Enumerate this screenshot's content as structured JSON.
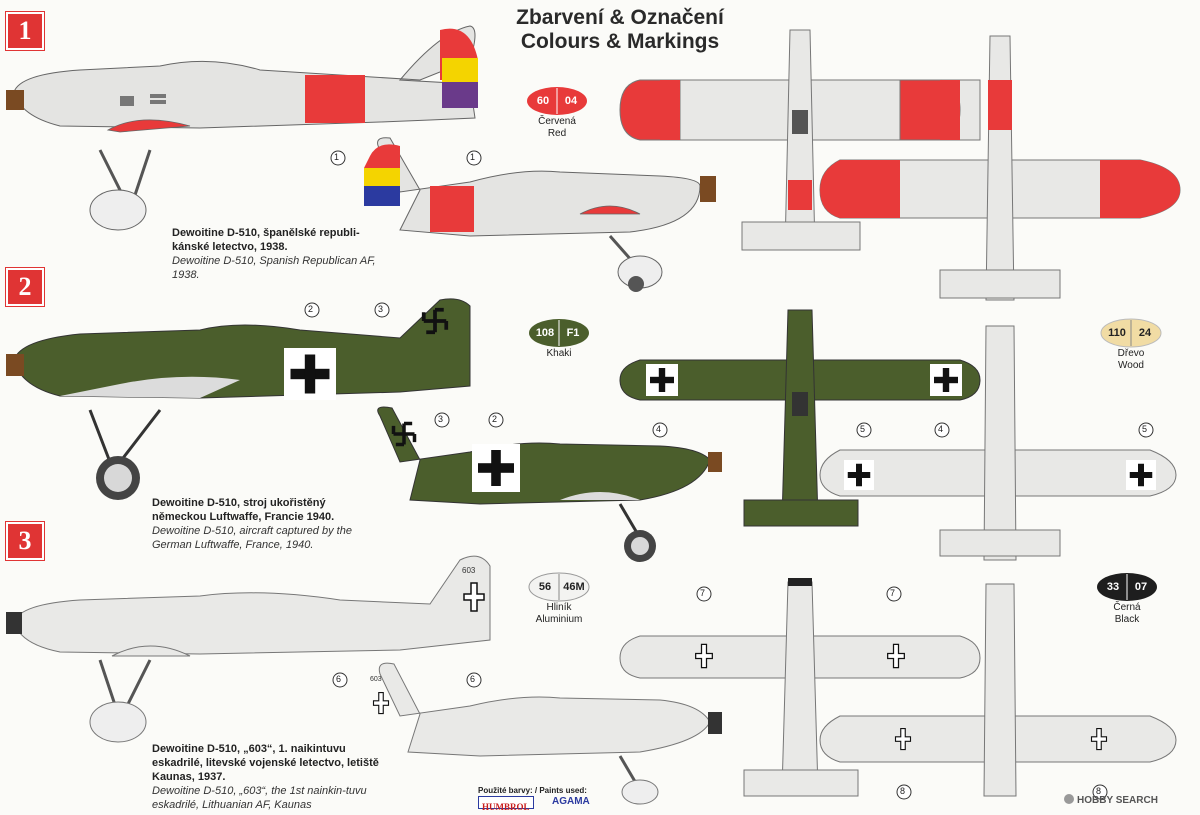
{
  "title": {
    "line1": "Zbarvení & Označení",
    "line2": "Colours & Markings"
  },
  "schemes": [
    {
      "number": "1",
      "cz": "Dewoitine D-510, španělské republi-kánské letectvo, 1938.",
      "en": "Dewoitine D-510, Spanish Republican AF, 1938."
    },
    {
      "number": "2",
      "cz": "Dewoitine D-510, stroj ukořistěný německou Luftwaffe, Francie 1940.",
      "en": "Dewoitine D-510, aircraft captured by the German Luftwaffe, France, 1940."
    },
    {
      "number": "3",
      "cz": "Dewoitine D-510, „603“, 1. naikintuvu eskadrilé, litevské vojenské letectvo, letiště Kaunas, 1937.",
      "en": "Dewoitine D-510, „603“, the 1st nainkin-tuvu eskadrilé, Lithuanian AF, Kaunas"
    }
  ],
  "swatches": [
    {
      "left": "60",
      "right": "04",
      "cz": "Červená",
      "en": "Red",
      "color": "#e83a3a",
      "textColor": "#ffffff"
    },
    {
      "left": "108",
      "right": "F1",
      "cz": "Khaki",
      "en": "",
      "color": "#4b5e2c",
      "textColor": "#ffffff"
    },
    {
      "left": "110",
      "right": "24",
      "cz": "Dřevo",
      "en": "Wood",
      "color": "#f1dca4",
      "textColor": "#222222"
    },
    {
      "left": "56",
      "right": "46M",
      "cz": "Hliník",
      "en": "Aluminium",
      "color": "#f3f3f1",
      "textColor": "#222222"
    },
    {
      "left": "33",
      "right": "07",
      "cz": "Černá",
      "en": "Black",
      "color": "#1e1e1e",
      "textColor": "#ffffff"
    }
  ],
  "callouts": [
    "1",
    "2",
    "3",
    "4",
    "5",
    "6",
    "7",
    "8"
  ],
  "serial": "603",
  "footer": {
    "paints_used": "Použité barvy: / Paints used:",
    "brand1": "HUMBROL",
    "brand2": "AGAMA",
    "watermark": "HOBBY SEARCH"
  },
  "colors": {
    "red": "#e83a3a",
    "khaki": "#4b5e2c",
    "aluminium": "#e9e9e7",
    "blue": "#2b3aa0",
    "yellow": "#f4d400"
  }
}
